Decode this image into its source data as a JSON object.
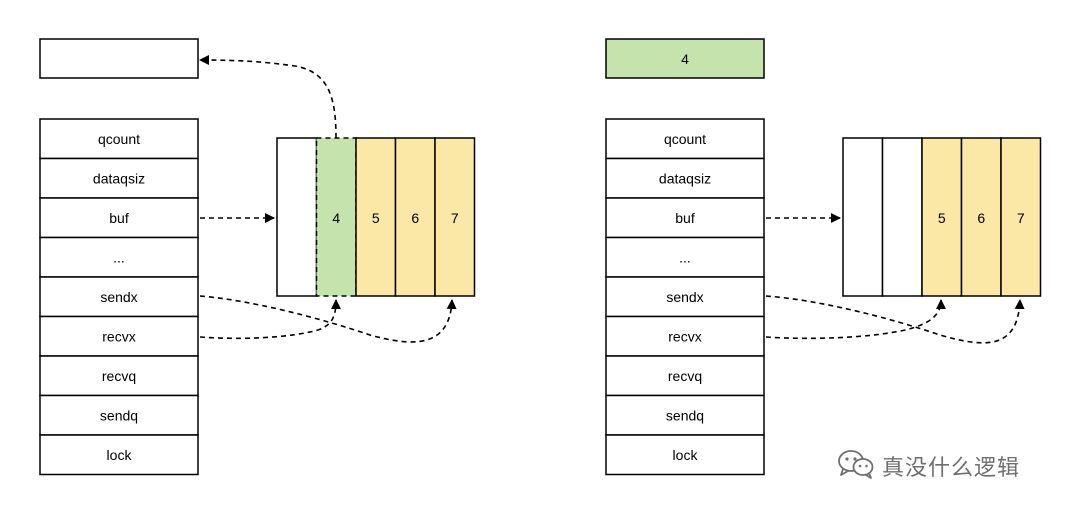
{
  "colors": {
    "green": "#c5e4ad",
    "yellow": "#fce8a6",
    "white": "#ffffff",
    "stroke": "#000000",
    "watermark": "#6f6f6f"
  },
  "left": {
    "received_value": "",
    "hchan_fields": [
      "qcount",
      "dataqsiz",
      "buf",
      "...",
      "sendx",
      "recvx",
      "recvq",
      "sendq",
      "lock"
    ],
    "buffer": [
      {
        "value": "",
        "color": "white"
      },
      {
        "value": "4",
        "color": "green"
      },
      {
        "value": "5",
        "color": "yellow"
      },
      {
        "value": "6",
        "color": "yellow"
      },
      {
        "value": "7",
        "color": "yellow"
      }
    ]
  },
  "right": {
    "received_value": "4",
    "hchan_fields": [
      "qcount",
      "dataqsiz",
      "buf",
      "...",
      "sendx",
      "recvx",
      "recvq",
      "sendq",
      "lock"
    ],
    "buffer": [
      {
        "value": "",
        "color": "white"
      },
      {
        "value": "",
        "color": "white"
      },
      {
        "value": "5",
        "color": "yellow"
      },
      {
        "value": "6",
        "color": "yellow"
      },
      {
        "value": "7",
        "color": "yellow"
      }
    ]
  },
  "watermark": {
    "text": "真没什么逻辑",
    "icon": "wechat-icon"
  }
}
